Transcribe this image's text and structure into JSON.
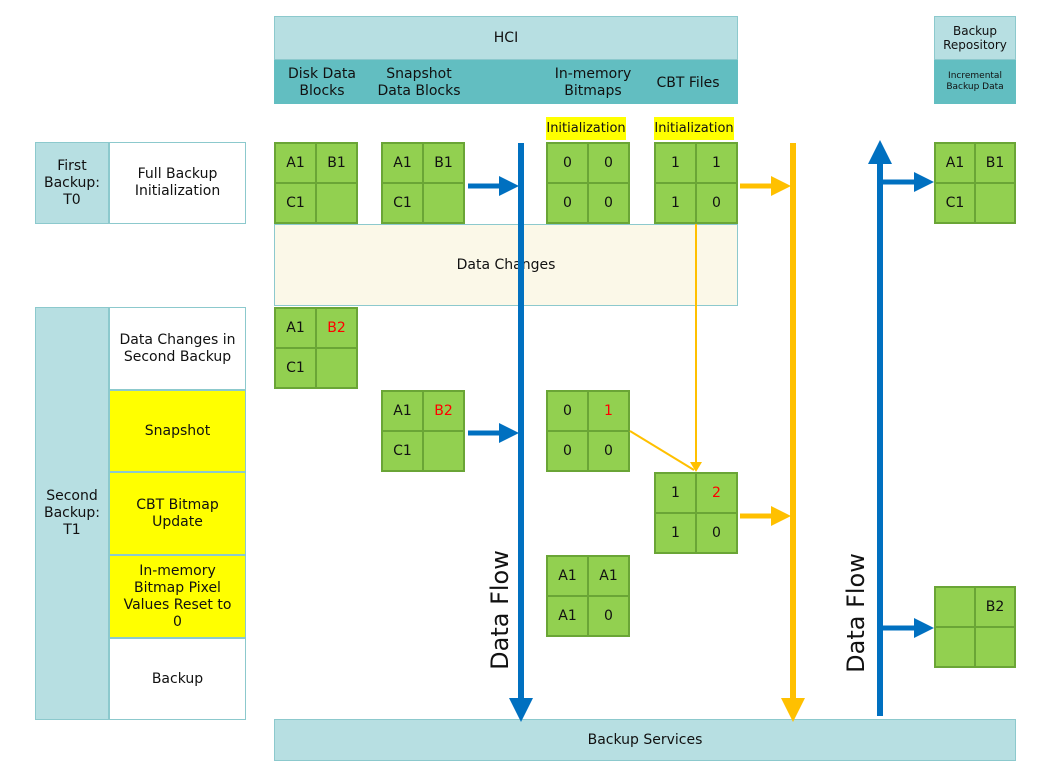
{
  "header": {
    "hci": "HCI",
    "columns": [
      "Disk Data\nBlocks",
      "Snapshot\nData Blocks",
      "In-memory\nBitmaps",
      "CBT Files"
    ],
    "backup_repository": "Backup\nRepository",
    "incremental_backup_data": "Incremental\nBackup Data"
  },
  "labels": {
    "initialization_1": "Initialization",
    "initialization_2": "Initialization",
    "data_changes": "Data Changes",
    "data_flow_1": "Data Flow",
    "data_flow_2": "Data Flow",
    "backup_services": "Backup Services"
  },
  "left": {
    "first_backup": "First\nBackup:\nT0",
    "full_backup_init": "Full Backup\nInitialization",
    "second_backup": "Second\nBackup:\nT1",
    "steps": [
      "Data Changes in\nSecond Backup",
      "Snapshot",
      "CBT Bitmap\nUpdate",
      "In-memory\nBitmap Pixel\nValues Reset to\n0",
      "Backup"
    ]
  },
  "grids": {
    "disk_t0": [
      "A1",
      "B1",
      "C1",
      ""
    ],
    "snap_t0": [
      "A1",
      "B1",
      "C1",
      ""
    ],
    "mem_t0": [
      "0",
      "0",
      "0",
      "0"
    ],
    "cbt_t0": [
      "1",
      "1",
      "1",
      "0"
    ],
    "repo_t0": [
      "A1",
      "B1",
      "C1",
      ""
    ],
    "disk_t1": [
      "A1",
      "B2",
      "C1",
      ""
    ],
    "snap_t1": [
      "A1",
      "B2",
      "C1",
      ""
    ],
    "mem_t1": [
      "0",
      "1",
      "0",
      "0"
    ],
    "cbt_t1": [
      "1",
      "2",
      "1",
      "0"
    ],
    "mem_reset": [
      "A1",
      "A1",
      "A1",
      "0"
    ],
    "repo_t1": [
      "",
      "B2",
      "",
      ""
    ]
  },
  "colors": {
    "teal_light": "#b7dfe2",
    "teal_dark": "#62bec1",
    "green": "#92d050",
    "yellow": "#ffff00",
    "blue_arrow": "#0070c0",
    "gold_arrow": "#ffc000",
    "changed_value": "#ff0000"
  }
}
